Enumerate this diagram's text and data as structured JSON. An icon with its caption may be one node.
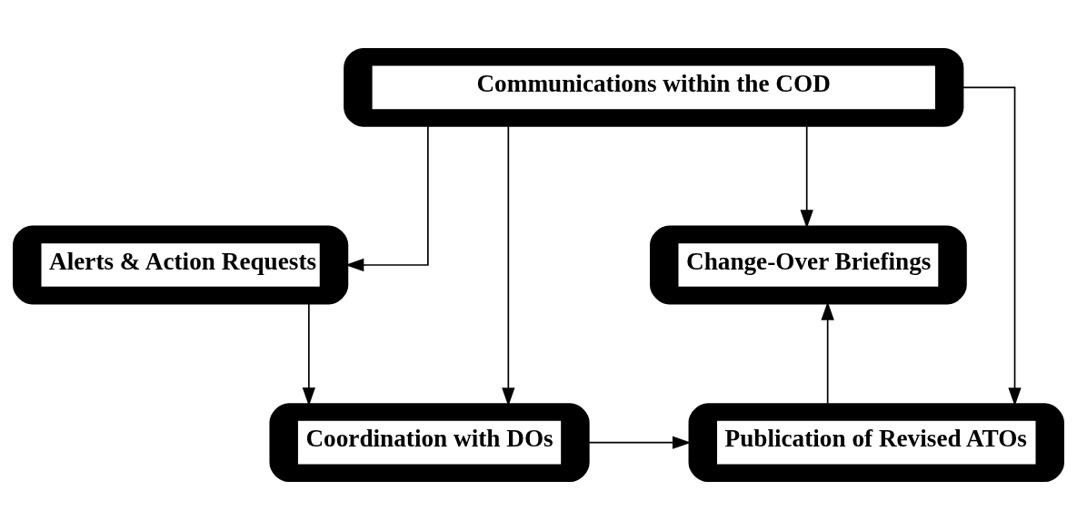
{
  "diagram": {
    "nodes": [
      {
        "text": [
          "Communications within the COD"
        ]
      },
      {
        "text": [
          "Alerts & Action Requests"
        ]
      },
      {
        "text": [
          "Change-Over Briefings"
        ]
      },
      {
        "text": [
          "Coordination with DOs"
        ]
      },
      {
        "text": [
          "Publication of Revised ATOs"
        ]
      }
    ],
    "edges": [
      {
        "from": 0,
        "to": 1,
        "arrow": "to"
      },
      {
        "from": 0,
        "to": 3,
        "arrow": "to"
      },
      {
        "from": 0,
        "to": 4,
        "arrow": "to"
      },
      {
        "from": 0,
        "to": 2,
        "arrow": "to"
      },
      {
        "from": 1,
        "to": 3,
        "arrow": "to"
      },
      {
        "from": 3,
        "to": 4,
        "arrow": "to"
      },
      {
        "from": 4,
        "to": 2,
        "arrow": "to"
      }
    ]
  }
}
